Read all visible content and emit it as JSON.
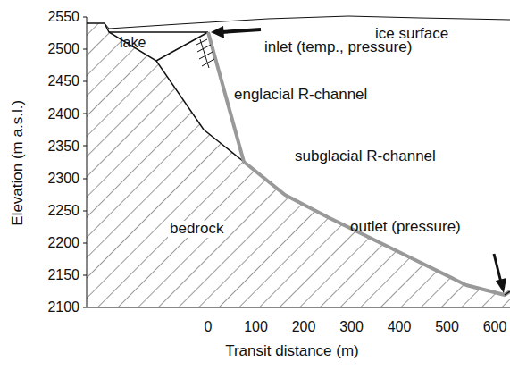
{
  "diagram": {
    "labels": [
      "2550",
      "2500",
      "2450",
      "2400",
      "2350",
      "2300",
      "2250",
      "2200",
      "2150",
      "2100",
      "Elevation (m a.s.l.)",
      "0",
      "100",
      "200",
      "300",
      "400",
      "500",
      "600",
      "Transit distance (m)",
      "lake",
      "ice surface",
      "inlet (temp., pressure)",
      "englacial R-channel",
      "subglacial R-channel",
      "bedrock",
      "outlet (pressure)"
    ]
  }
}
